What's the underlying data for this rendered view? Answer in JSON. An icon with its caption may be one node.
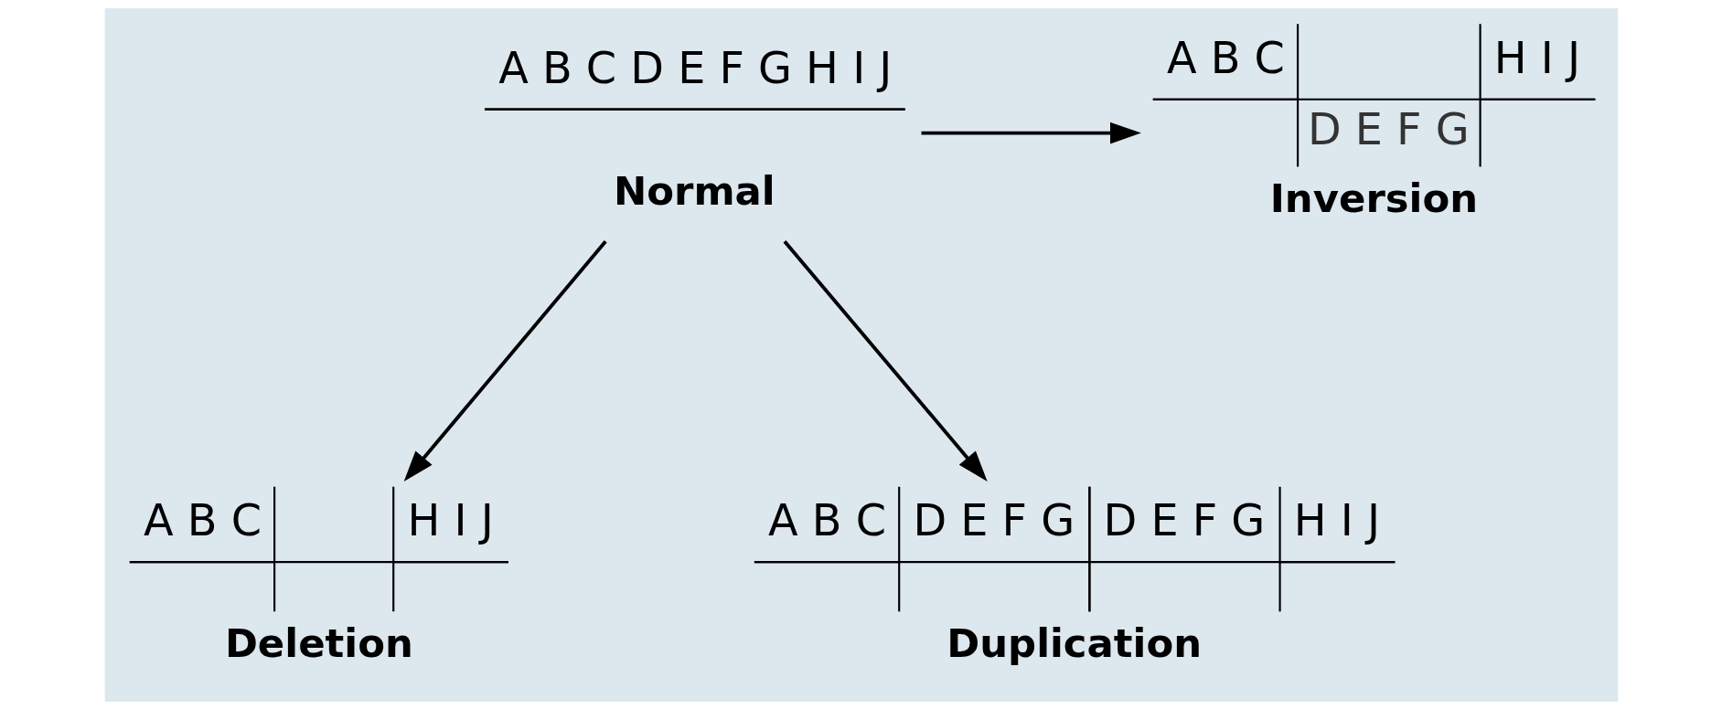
{
  "diagram": {
    "nodes": [
      {
        "text": [
          "A B C D E F G H I J",
          "Normal"
        ]
      },
      {
        "text": [
          "A B C",
          "D E F G",
          "H I J",
          "Inversion"
        ]
      },
      {
        "text": [
          "A B C",
          "H I J",
          "Deletion"
        ]
      },
      {
        "text": [
          "A B C",
          "D E F G",
          "D E F G",
          "H I J",
          "Duplication"
        ]
      }
    ],
    "edges": [
      {
        "from": 0,
        "to": 1,
        "arrow": "to"
      },
      {
        "from": 0,
        "to": 2,
        "arrow": "to"
      },
      {
        "from": 0,
        "to": 3,
        "arrow": "to"
      }
    ]
  }
}
